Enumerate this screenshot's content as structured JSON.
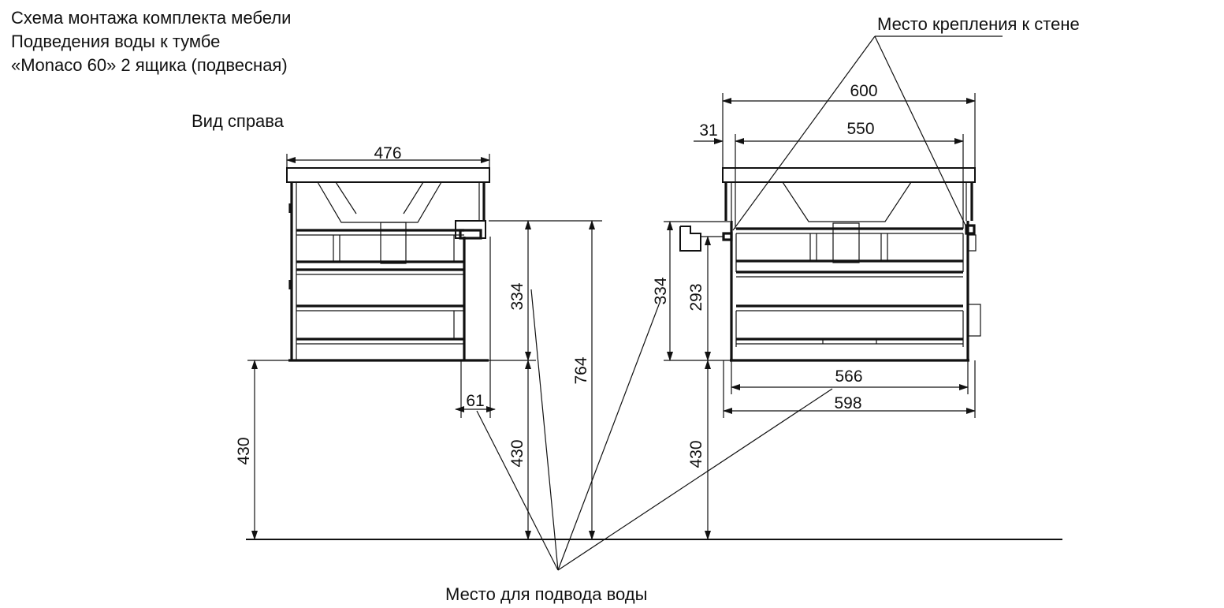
{
  "title": {
    "line1": "Схема монтажа комплекта мебели",
    "line2": "Подведения воды к тумбе",
    "line3": "«Monaco 60» 2 ящика (подвесная)"
  },
  "labels": {
    "side_view": "Вид справа",
    "wall_mount": "Место крепления к стене",
    "water_supply": "Место для подвода воды"
  },
  "dimensions": {
    "side_width": "476",
    "side_offset": "61",
    "side_floor_height": "430",
    "side_water_from_floor": "430",
    "side_cabinet_height": "334",
    "side_total_height": "764",
    "front_width_top": "600",
    "front_width_inner": "550",
    "front_edge_offset": "31",
    "front_cabinet_height": "334",
    "front_fixture_height": "293",
    "front_floor_height": "430",
    "front_width_body": "566",
    "front_width_base": "598"
  },
  "colors": {
    "line": "#111111",
    "background": "#ffffff"
  }
}
